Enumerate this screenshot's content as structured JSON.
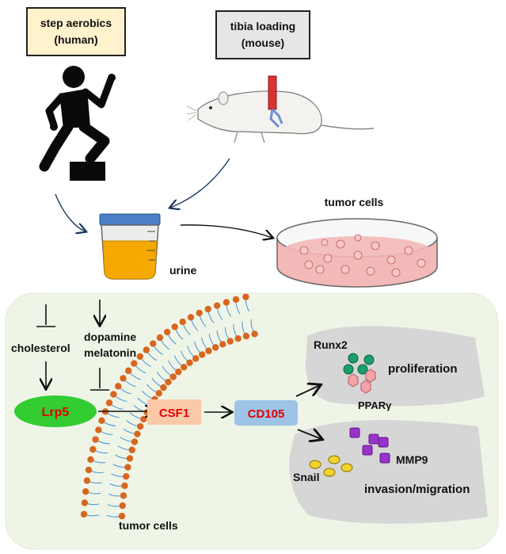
{
  "top": {
    "human_box": {
      "line1": "step aerobics",
      "line2": "(human)",
      "fill": "#FFF2CC"
    },
    "mouse_box": {
      "line1": "tibia loading",
      "line2": "(mouse)",
      "fill": "#E6E6E6"
    },
    "urine_label": "urine",
    "tumor_cells_dish_label": "tumor cells"
  },
  "panel": {
    "fill": "#EEF5E6",
    "cholesterol": "cholesterol",
    "dopamine": "dopamine",
    "melatonin": "melatonin",
    "lrp5": "Lrp5",
    "csf1": "CSF1",
    "cd105": "CD105",
    "runx2": "Runx2",
    "pparg": "PPARγ",
    "proliferation": "proliferation",
    "mmp9": "MMP9",
    "snail": "Snail",
    "invasion": "invasion/migration",
    "membrane_label": "tumor cells"
  },
  "colors": {
    "lrp5_green": "#33CC33",
    "lrp5_text": "#E00000",
    "csf1_fill": "#FBC9A8",
    "csf1_text": "#E00000",
    "cd105_fill": "#9DC3E6",
    "cd105_text": "#E00000",
    "runx2_green": "#1A9E6A",
    "pparg_pink": "#F4A3A8",
    "mmp9_purple": "#9933CC",
    "snail_yellow": "#F2D22E",
    "urine_yellow": "#F5A800",
    "dish_pink": "#F3B8B8",
    "lipid_head": "#D9661F",
    "lipid_tail": "#4A90D9",
    "arrow_blue": "#1F3A5F"
  }
}
